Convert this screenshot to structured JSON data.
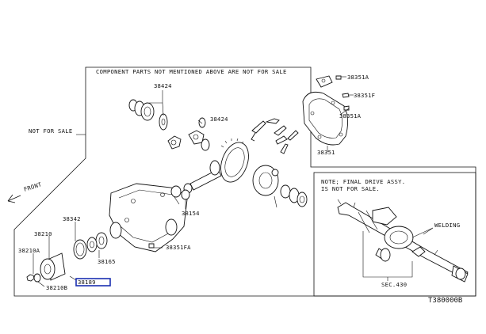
{
  "diagram_code": "T380000B",
  "notes": {
    "component_notice": "COMPONENT PARTS NOT MENTIONED ABOVE ARE NOT FOR SALE",
    "not_for_sale": "NOT FOR SALE",
    "front": "FRONT",
    "final_drive_line1": "NOTE; FINAL DRIVE ASSY.",
    "final_drive_line2": "IS NOT FOR SALE.",
    "welding": "WELDING",
    "section": "SEC.430"
  },
  "parts": {
    "p38424_top": "38424",
    "p38424_mid": "38424",
    "p38351A_top": "38351A",
    "p38351F": "38351F",
    "p38351A_mid": "38351A",
    "p38351": "38351",
    "p38154": "38154",
    "p38342": "38342",
    "p38210": "38210",
    "p38210A": "38210A",
    "p38165": "38165",
    "p38351FA": "38351FA",
    "p38210B": "38210B",
    "p38189": "38189"
  },
  "highlight": {
    "color": "#1a2fb0",
    "part": "38189"
  }
}
